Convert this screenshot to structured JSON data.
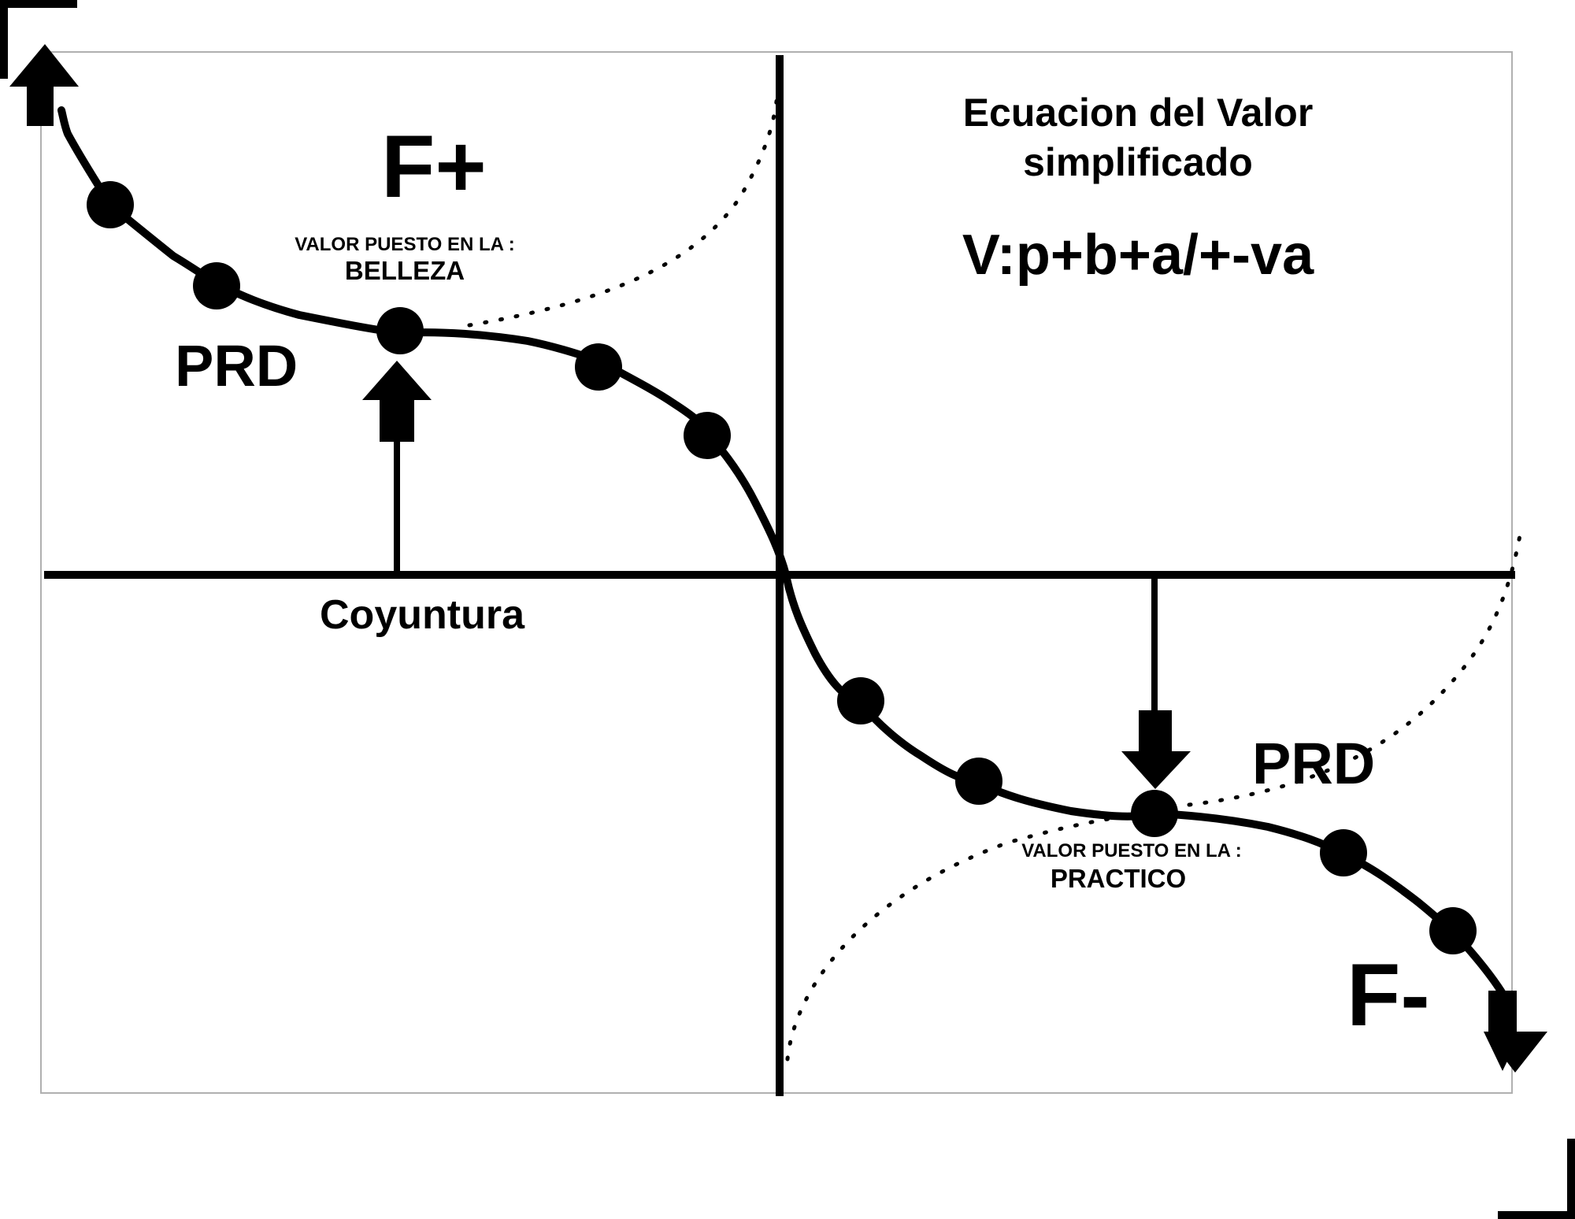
{
  "diagram": {
    "title_line1": "Ecuacion del Valor",
    "title_line2": "simplificado",
    "equation": "V:p+b+a/+-va",
    "labels": {
      "f_plus": "F+",
      "f_minus": "F-",
      "prd_left": "PRD",
      "prd_right": "PRD",
      "coyuntura": "Coyuntura",
      "valor_puesto_top": "VALOR PUESTO EN LA :",
      "belleza": "BELLEZA",
      "valor_puesto_bottom": "VALOR PUESTO EN LA :",
      "practico": "PRACTICO"
    },
    "colors": {
      "ink": "#000000",
      "frame": "#b0b0b0",
      "background": "#ffffff"
    }
  }
}
